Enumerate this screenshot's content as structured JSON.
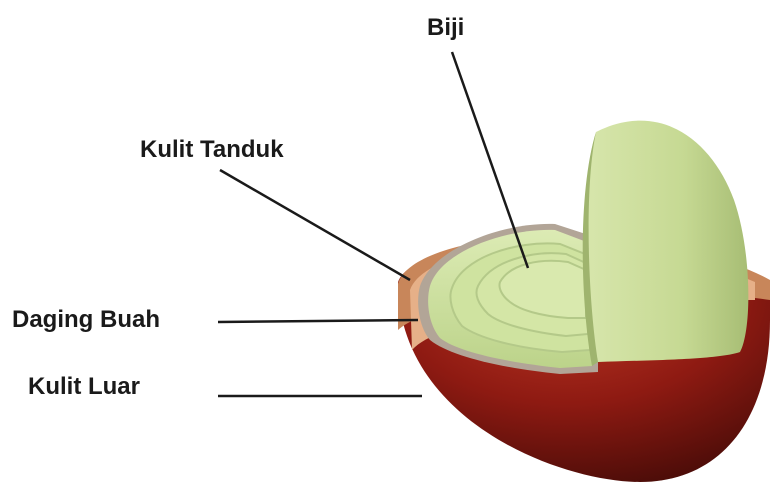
{
  "labels": {
    "seed": "Biji",
    "parchment": "Kulit Tanduk",
    "pulp": "Daging Buah",
    "skin": "Kulit Luar"
  },
  "colors": {
    "skin_outer": "#8b1a12",
    "skin_rim": "#c98a5e",
    "pulp_ring": "#e8b48c",
    "parchment_band": "#b5a79a",
    "seed_green": "#cfe3a0",
    "seed_green_light": "#e0ecbc",
    "seed_half_shadow": "#a9bd7a",
    "leader_line": "#1a1a1a"
  }
}
